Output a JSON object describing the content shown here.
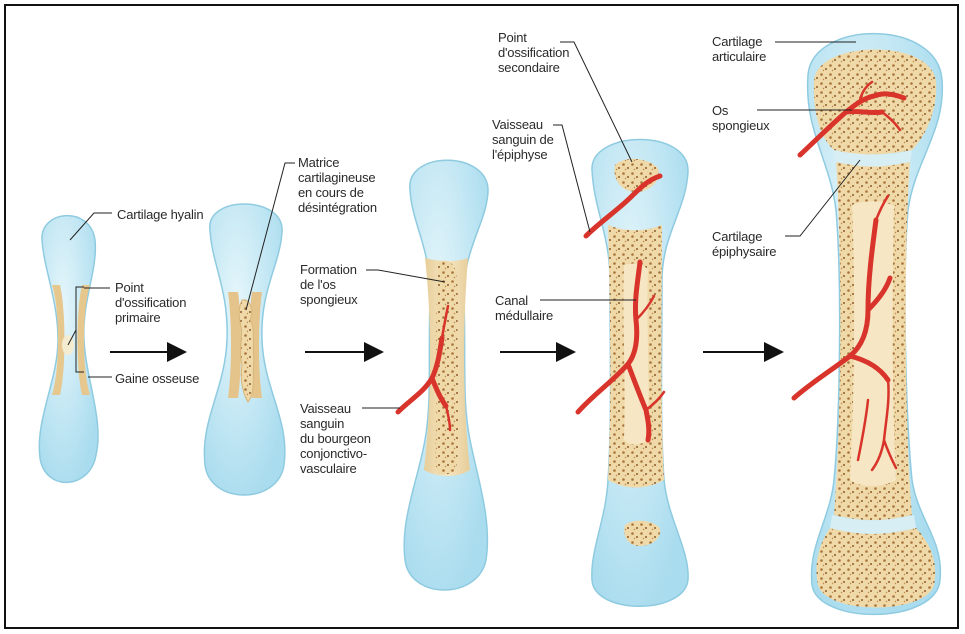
{
  "labels": {
    "cartilage_hyalin": "Cartilage hyalin",
    "point_ossification_primaire": "Point\nd'ossification\nprimaire",
    "gaine_osseuse": "Gaine osseuse",
    "matrice_cartilagineuse": "Matrice\ncartilagineuse\nen cours de\ndésintégration",
    "formation_os_spongieux": "Formation\nde l'os\nspongieux",
    "vaisseau_bourgeon": "Vaisseau\nsanguin\ndu bourgeon\nconjonctivo-\nvasculaire",
    "point_ossification_secondaire": "Point\nd'ossification\nsecondaire",
    "vaisseau_epiphyse": "Vaisseau\nsanguin de\nl'épiphyse",
    "canal_medullaire": "Canal\nmédullaire",
    "cartilage_articulaire": "Cartilage\narticulaire",
    "os_spongieux": "Os\nspongieux",
    "cartilage_epiphysaire": "Cartilage\népiphysaire"
  },
  "colors": {
    "cartilage": "#bfe6f2",
    "cartilage_edge": "#8fcbe0",
    "bone": "#f1dcae",
    "bone_dark": "#d9b679",
    "spongy_dot": "#b07a3c",
    "vessel": "#d9342b",
    "arrow": "#111111",
    "leader": "#222222"
  },
  "stages": [
    "stage-1",
    "stage-2",
    "stage-3",
    "stage-4",
    "stage-5"
  ]
}
